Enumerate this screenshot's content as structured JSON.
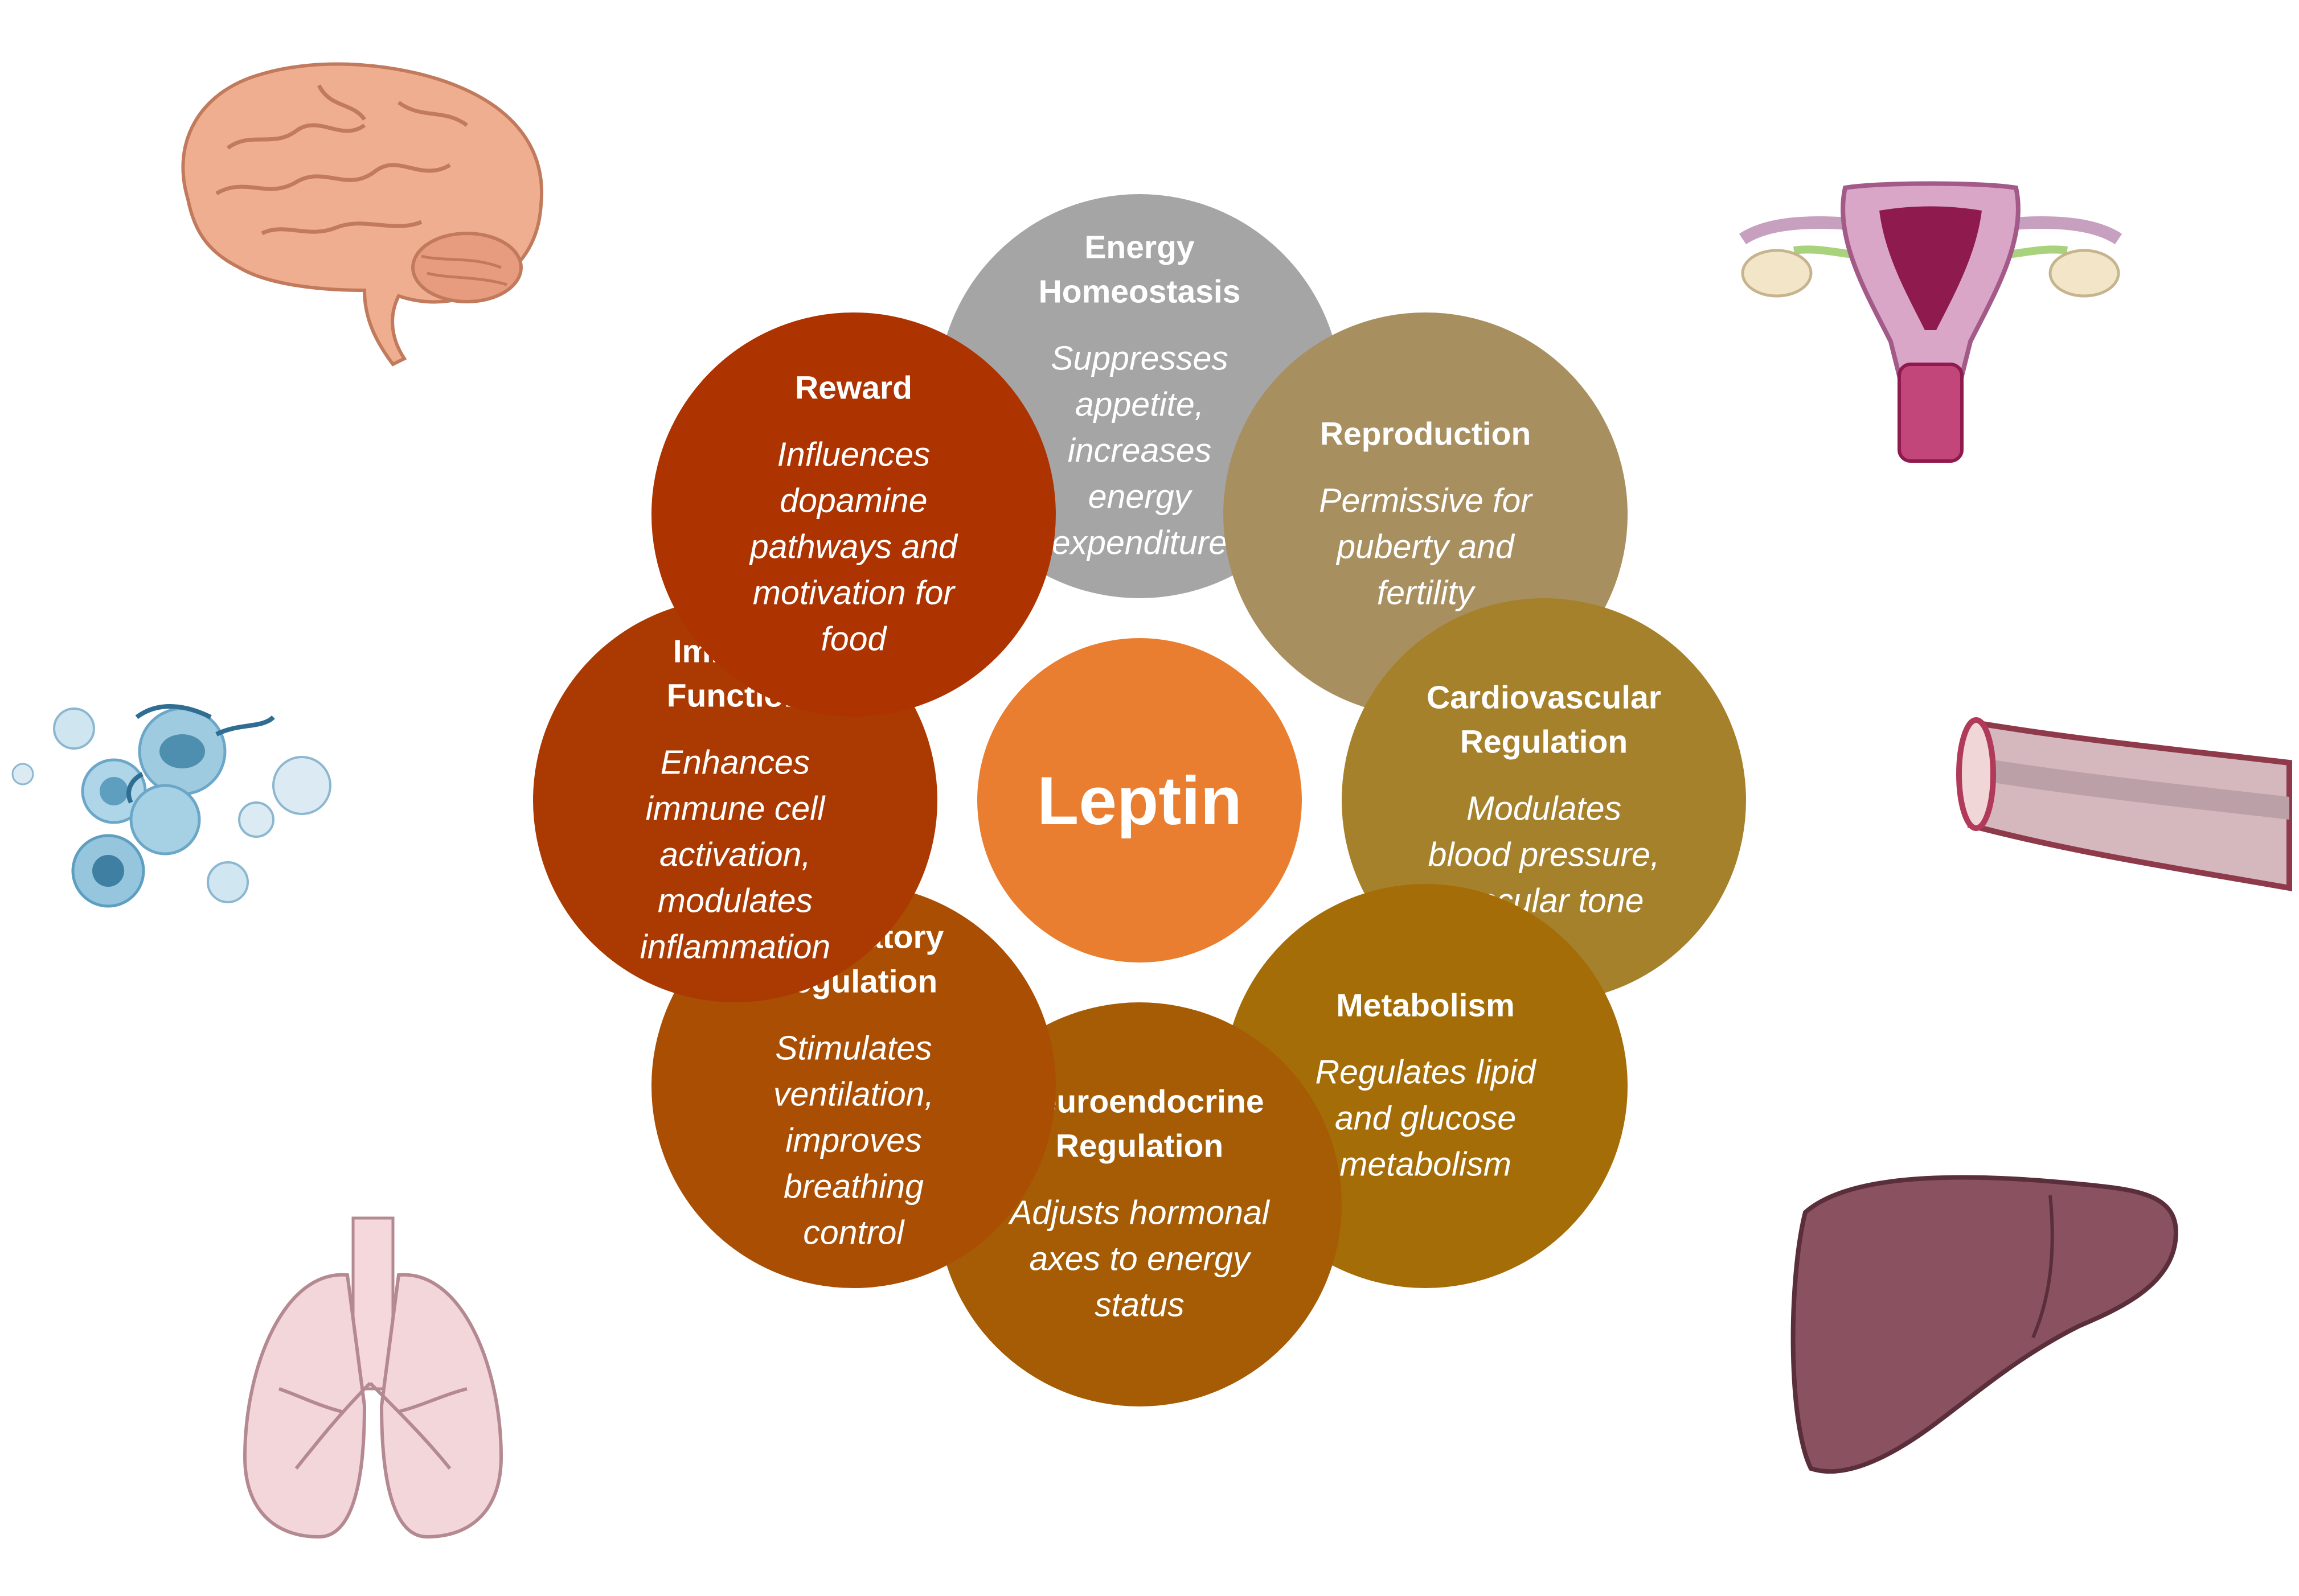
{
  "hub": {
    "title": "Leptin",
    "color": "#E97E31"
  },
  "nodes": [
    {
      "id": "energy",
      "title": [
        "Energy",
        "Homeostasis"
      ],
      "desc": [
        "Suppresses",
        "appetite,",
        "increases",
        "energy",
        "expenditure"
      ],
      "color": "#A5A5A5",
      "illustration": "none"
    },
    {
      "id": "reproduction",
      "title": [
        "Reproduction"
      ],
      "desc": [
        "Permissive for",
        "puberty and",
        "fertility"
      ],
      "color": "#A88F5F",
      "illustration": "uterus-icon"
    },
    {
      "id": "cardiovascular",
      "title": [
        "Cardiovascular",
        "Regulation"
      ],
      "desc": [
        "Modulates",
        "blood pressure,",
        "vascular tone"
      ],
      "color": "#A6812C",
      "illustration": "blood-vessel-icon"
    },
    {
      "id": "metabolism",
      "title": [
        "Metabolism"
      ],
      "desc": [
        "Regulates lipid",
        "and glucose",
        "metabolism"
      ],
      "color": "#A56D07",
      "illustration": "liver-icon"
    },
    {
      "id": "neuroendocrine",
      "title": [
        "Neuroendocrine",
        "Regulation"
      ],
      "desc": [
        "Adjusts hormonal",
        "axes to energy",
        "status"
      ],
      "color": "#A55C04",
      "illustration": "none"
    },
    {
      "id": "respiratory",
      "title": [
        "Respiratory",
        "Regulation"
      ],
      "desc": [
        "Stimulates",
        "ventilation,",
        "improves",
        "breathing",
        "control"
      ],
      "color": "#AA4E04",
      "illustration": "lungs-icon"
    },
    {
      "id": "immune",
      "title": [
        "Immune",
        "Function"
      ],
      "desc": [
        "Enhances",
        "immune cell",
        "activation,",
        "modulates",
        "inflammation"
      ],
      "color": "#AA3A02",
      "illustration": "immune-cells-icon"
    },
    {
      "id": "reward",
      "title": [
        "Reward"
      ],
      "desc": [
        "Influences",
        "dopamine",
        "pathways and",
        "motivation for",
        "food"
      ],
      "color": "#AD3300",
      "illustration": "brain-icon"
    }
  ]
}
